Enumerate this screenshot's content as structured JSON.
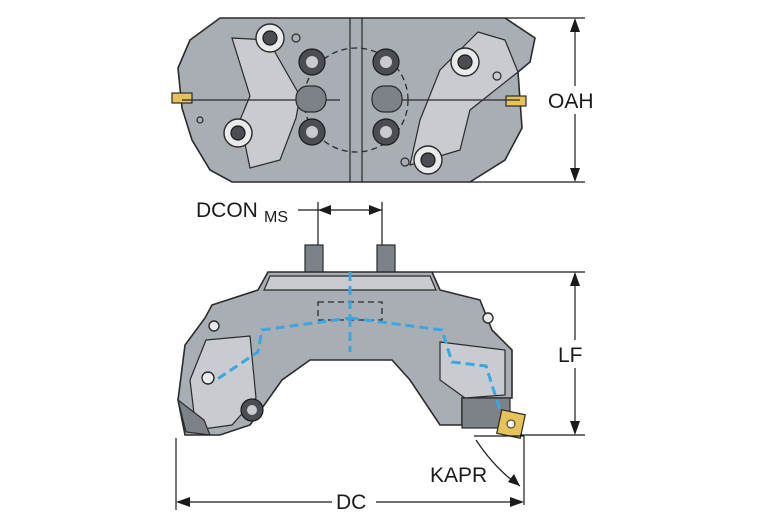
{
  "labels": {
    "oah": "OAH",
    "dcon_main": "DCON",
    "dcon_sub": "MS",
    "lf": "LF",
    "kapr": "KAPR",
    "dc": "DC"
  },
  "colors": {
    "body": "#a9aeb4",
    "coolant": "#3aa8e0",
    "insert": "#e6c35a"
  }
}
